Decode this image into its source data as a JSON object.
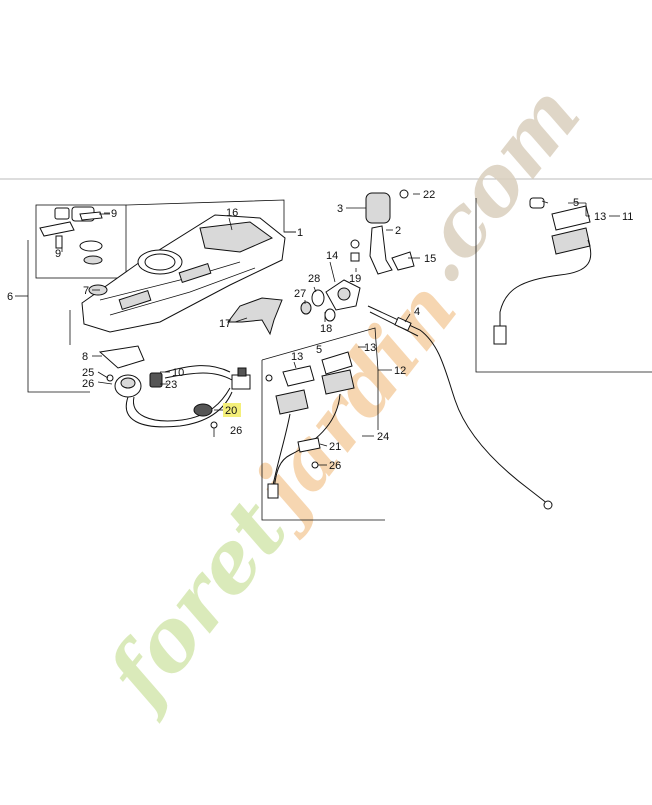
{
  "watermark": {
    "part1": "foret",
    "part2": "jardin",
    "part3": ".com",
    "color_light_green": "#cfe3a6",
    "color_orange": "#f2c79a",
    "color_tan": "#d9cfbd"
  },
  "highlight_color": "#f4ef7a",
  "callouts": {
    "c1": "1",
    "c2": "2",
    "c3": "3",
    "c4": "4",
    "c5a": "5",
    "c5b": "5",
    "c6": "6",
    "c7": "7",
    "c8": "8",
    "c9a": "9",
    "c9b": "9",
    "c10": "10",
    "c11": "11",
    "c12": "12",
    "c13a": "13",
    "c13b": "13",
    "c13c": "13",
    "c14": "14",
    "c15": "15",
    "c16": "16",
    "c17": "17",
    "c18": "18",
    "c19": "19",
    "c20": "20",
    "c21": "21",
    "c22": "22",
    "c23": "23",
    "c24": "24",
    "c25": "25",
    "c26a": "26",
    "c26b": "26",
    "c26c": "26",
    "c27": "27",
    "c28": "28"
  }
}
